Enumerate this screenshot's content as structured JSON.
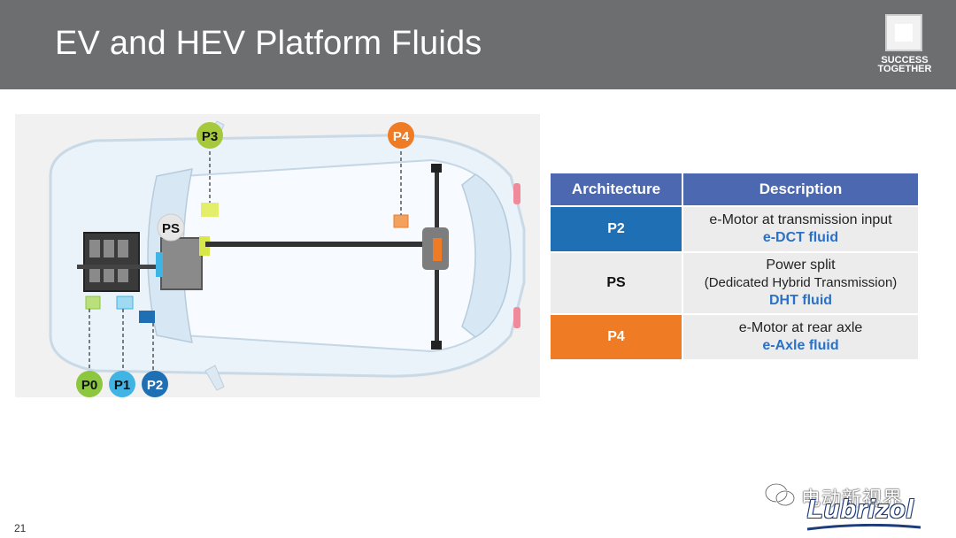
{
  "slide": {
    "title": "EV and HEV Platform Fluids",
    "page_number": "21",
    "logo_text_line1": "SUCCESS",
    "logo_text_line2": "TOGETHER"
  },
  "diagram": {
    "labels": {
      "p0": "P0",
      "p1": "P1",
      "p2": "P2",
      "p3": "P3",
      "p4": "P4",
      "ps": "PS"
    },
    "colors": {
      "p0": "#8dc63f",
      "p1": "#3fb4e5",
      "p2": "#1f6fb5",
      "p3": "#a6c93b",
      "p4": "#ef7b24",
      "ps": "#e6e6e6"
    }
  },
  "table": {
    "headers": [
      "Architecture",
      "Description"
    ],
    "rows": [
      {
        "code": "P2",
        "desc_line1": "e-Motor at transmission input",
        "fluid": "e-DCT fluid"
      },
      {
        "code": "PS",
        "desc_line1": "Power split",
        "desc_line2": "(Dedicated Hybrid Transmission)",
        "fluid": "DHT fluid"
      },
      {
        "code": "P4",
        "desc_line1": "e-Motor at rear axle",
        "fluid": "e-Axle fluid"
      }
    ],
    "colors": {
      "header": "#4c68b0",
      "p2": "#1f6fb5",
      "ps": "#ececec",
      "p4": "#ef7b24",
      "fluid": "#2a71c8"
    }
  },
  "watermark": {
    "text": "电动新视界"
  },
  "brand": {
    "text": "Lubrizol"
  }
}
